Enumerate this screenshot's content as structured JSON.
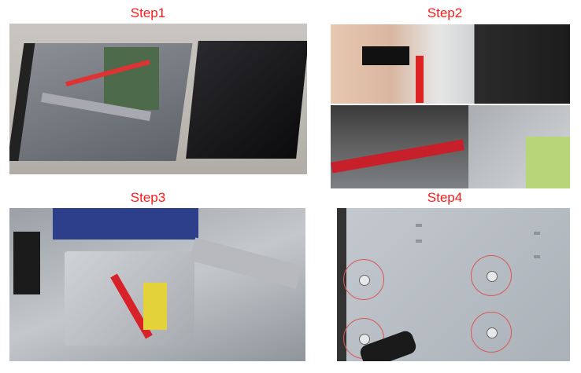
{
  "steps": [
    {
      "label": "Step1"
    },
    {
      "label": "Step2"
    },
    {
      "label": "Step3"
    },
    {
      "label": "Step4"
    }
  ],
  "colors": {
    "label": "#ff1a1a"
  }
}
